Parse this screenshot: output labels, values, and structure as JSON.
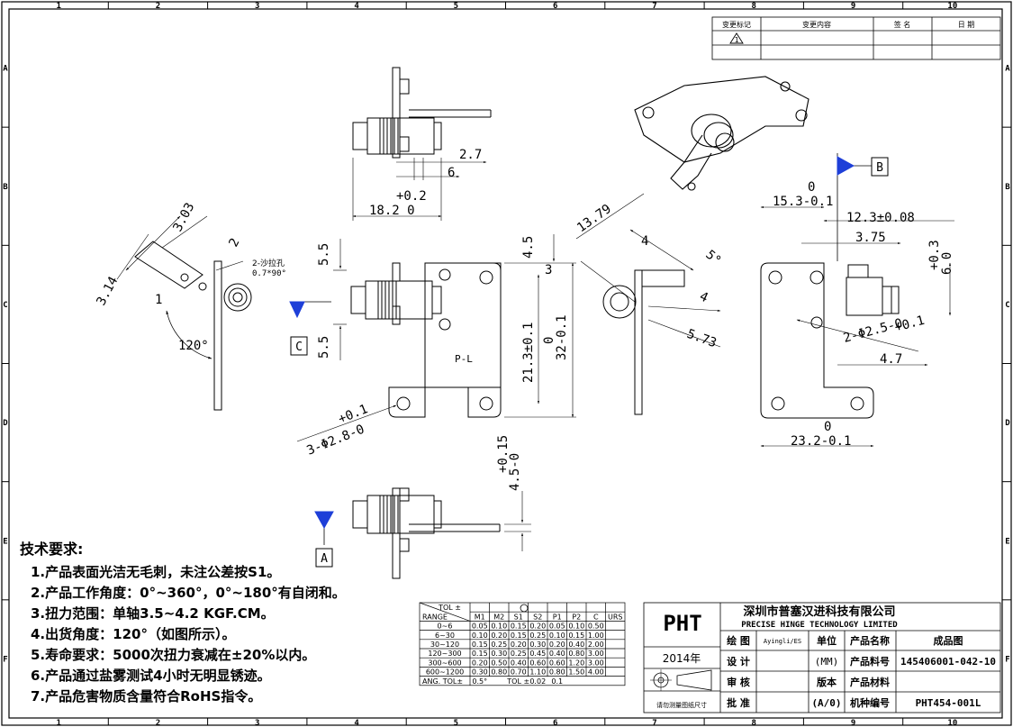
{
  "frame": {
    "cols": [
      "1",
      "2",
      "3",
      "4",
      "5",
      "6",
      "7",
      "8",
      "9",
      "10"
    ],
    "rows": [
      "A",
      "B",
      "C",
      "D",
      "E",
      "F"
    ]
  },
  "revision_table": {
    "headers": [
      "变更标记",
      "变更内容",
      "签 名",
      "日 期"
    ],
    "mark": "1"
  },
  "views": {
    "top": {
      "dims": [
        "2.7",
        "6",
        "+0.2",
        "18.2 0"
      ]
    },
    "left_angle": {
      "dims": [
        "3.03",
        "2",
        "3.14",
        "1",
        "120°",
        "2-沙拉孔",
        "0.7*90°"
      ]
    },
    "front": {
      "dims": [
        "5.5",
        "5.5",
        "4.5",
        "3",
        "21.3±0.1",
        "0",
        "32-0.1",
        "P-L",
        "+0.1",
        "3-Φ2.8-0"
      ],
      "section": "C"
    },
    "side": {
      "dims": [
        "13.79",
        "4",
        "5°",
        "4",
        "5.73"
      ]
    },
    "right": {
      "dims": [
        "0",
        "15.3-0.1",
        "12.3±0.08",
        "3.75",
        "+0.3",
        "6 0",
        "+0.1",
        "2-Φ2.5-0",
        "4.7",
        "0",
        "23.2-0.1"
      ],
      "section": "B"
    },
    "bottom": {
      "dims": [
        "+0.15",
        "4.5-0"
      ],
      "section": "A"
    }
  },
  "requirements": {
    "title": "技术要求:",
    "items": [
      "1.产品表面光洁无毛刺，未注公差按S1。",
      "2.产品工作角度：0°~360°，0°~180°有自闭和。",
      "3.扭力范围：单轴3.5~4.2 KGF.CM。",
      "4.出货角度：120°（如图所示）。",
      "5.寿命要求：5000次扭力衰减在±20%以内。",
      "6.产品通过盐雾测试4小时无明显锈迹。",
      "7.产品危害物质含量符合RoHS指令。"
    ]
  },
  "tolerance_table": {
    "corner_top": "TOL ±",
    "corner_bottom": "RANGE",
    "headers": [
      "M1",
      "M2",
      "S1",
      "S2",
      "P1",
      "P2",
      "C",
      "URS"
    ],
    "rows": [
      {
        "range": "0~6",
        "vals": [
          "0.05",
          "0.10",
          "0.15",
          "0.20",
          "0.05",
          "0.10",
          "0.50",
          ""
        ]
      },
      {
        "range": "6~30",
        "vals": [
          "0.10",
          "0.20",
          "0.15",
          "0.25",
          "0.10",
          "0.15",
          "1.00",
          ""
        ]
      },
      {
        "range": "30~120",
        "vals": [
          "0.15",
          "0.25",
          "0.20",
          "0.30",
          "0.20",
          "0.40",
          "2.00",
          ""
        ]
      },
      {
        "range": "120~300",
        "vals": [
          "0.15",
          "0.30",
          "0.25",
          "0.45",
          "0.40",
          "0.80",
          "3.00",
          ""
        ]
      },
      {
        "range": "300~600",
        "vals": [
          "0.20",
          "0.50",
          "0.40",
          "0.60",
          "0.60",
          "1.20",
          "3.00",
          ""
        ]
      },
      {
        "range": "600~1200",
        "vals": [
          "0.30",
          "0.80",
          "0.70",
          "1.10",
          "0.80",
          "1.50",
          "4.00",
          ""
        ]
      }
    ],
    "ang_label": "ANG. TOL±",
    "ang_value": "0.5°",
    "geo_label": "TOL ±",
    "geo_values": [
      "0.02",
      "0.1"
    ]
  },
  "title_block": {
    "logo": "PHT",
    "company_cn": "深圳市普塞汉进科技有限公司",
    "company_en": "PRECISE HINGE TECHNOLOGY LIMITED",
    "year": "2014年",
    "projection_note": "请勿测量图纸尺寸",
    "labels": {
      "draw": "绘 图",
      "design": "设 计",
      "check": "审 核",
      "approve": "批 准",
      "unit": "单位",
      "version": "版本",
      "scale": "(A/0)",
      "product_name": "产品名称",
      "part_no": "产品料号",
      "material": "产品材料",
      "model_no": "机种编号"
    },
    "values": {
      "drawer": "Ayingli/ES",
      "unit": "(MM)",
      "product_name": "成品图",
      "part_no": "145406001-042-10",
      "model_no": "PHT454-001L"
    }
  }
}
